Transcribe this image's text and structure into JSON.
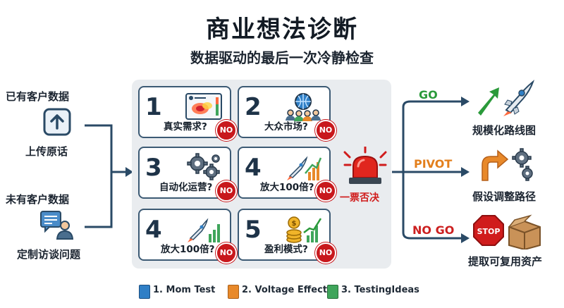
{
  "header": {
    "title": "商业想法诊断",
    "subtitle": "数据驱动的最后一次冷静检查"
  },
  "inputs": [
    {
      "heading": "已有客户数据",
      "action": "上传原话",
      "icon": "upload-icon"
    },
    {
      "heading": "未有客户数据",
      "action": "定制访谈问题",
      "icon": "interview-icon"
    }
  ],
  "cards": [
    {
      "num": "1",
      "question": "真实需求?",
      "verdict": "NO",
      "icon": "heatmap-chart-icon"
    },
    {
      "num": "2",
      "question": "大众市场?",
      "verdict": "NO",
      "icon": "globe-audience-icon"
    },
    {
      "num": "3",
      "question": "自动化运营?",
      "verdict": "NO",
      "icon": "gears-icon"
    },
    {
      "num": "4",
      "question": "放大100倍?",
      "verdict": "NO",
      "icon": "rocket-growth-icon"
    },
    {
      "num": "4",
      "question": "放大100倍?",
      "verdict": "NO",
      "icon": "rocket-growth-icon"
    },
    {
      "num": "5",
      "question": "盈利模式?",
      "verdict": "NO",
      "icon": "coins-growth-icon"
    }
  ],
  "veto": {
    "label": "一票否决",
    "icon": "alarm-siren-icon"
  },
  "outcomes": [
    {
      "decision": "GO",
      "result": "规模化路线图",
      "color": "#2a9a3a",
      "icon": "rocket-arrow-icon"
    },
    {
      "decision": "PIVOT",
      "result": "假设调整路径",
      "color": "#e37f1c",
      "icon": "turn-gears-icon"
    },
    {
      "decision": "NO GO",
      "result": "提取可复用资产",
      "color": "#cc1f1f",
      "icon": "stop-box-icon"
    }
  ],
  "legend": [
    {
      "label": "1. Mom Test",
      "color": "#2f7fc6"
    },
    {
      "label": "2. Voltage Effect",
      "color": "#e8892a"
    },
    {
      "label": "3. TestingIdeas",
      "color": "#3fa55b"
    }
  ]
}
